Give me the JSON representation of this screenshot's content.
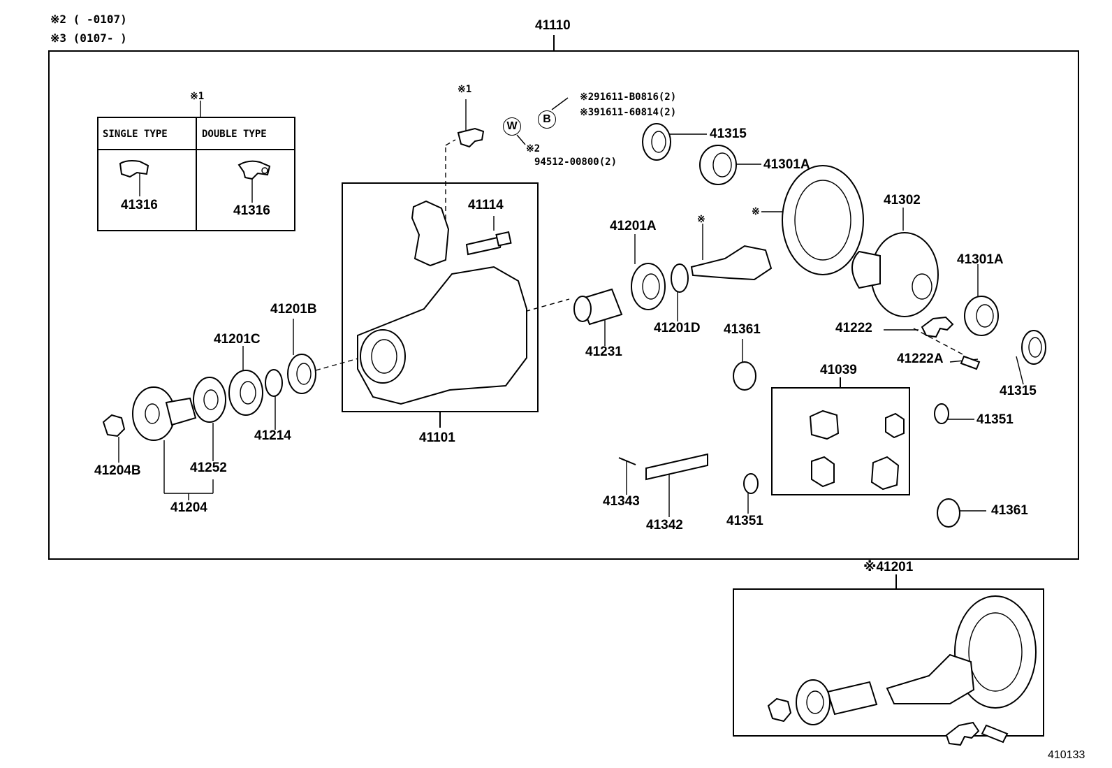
{
  "legend": {
    "note2": "※2 (      -0107)",
    "note3": "※3 (0107-      )"
  },
  "assembly_label": "41110",
  "diagram_code": "410133",
  "subassembly_label": "※41201",
  "single_double_table": {
    "note": "※1",
    "headers": [
      "SINGLE TYPE",
      "DOUBLE TYPE"
    ],
    "parts": [
      "41316",
      "41316"
    ]
  },
  "callouts": {
    "note1_top": "※1",
    "circle_b": "B",
    "circle_w": "W",
    "bolt_b_line1": "※291611-B0816(2)",
    "bolt_b_line2": "※391611-60814(2)",
    "bolt_w_note": "※2",
    "bolt_w_part": "94512-00800(2)",
    "star": "※",
    "star2": "※"
  },
  "parts": {
    "p41315a": "41315",
    "p41301a": "41301A",
    "p41114": "41114",
    "p41201a": "41201A",
    "p41302": "41302",
    "p41301a2": "41301A",
    "p41201b": "41201B",
    "p41201c": "41201C",
    "p41231": "41231",
    "p41201d": "41201D",
    "p41361a": "41361",
    "p41222": "41222",
    "p41222a": "41222A",
    "p41315b": "41315",
    "p41039": "41039",
    "p41214": "41214",
    "p41101": "41101",
    "p41351a": "41351",
    "p41204b": "41204B",
    "p41252": "41252",
    "p41204": "41204",
    "p41343": "41343",
    "p41342": "41342",
    "p41351b": "41351",
    "p41361b": "41361"
  }
}
